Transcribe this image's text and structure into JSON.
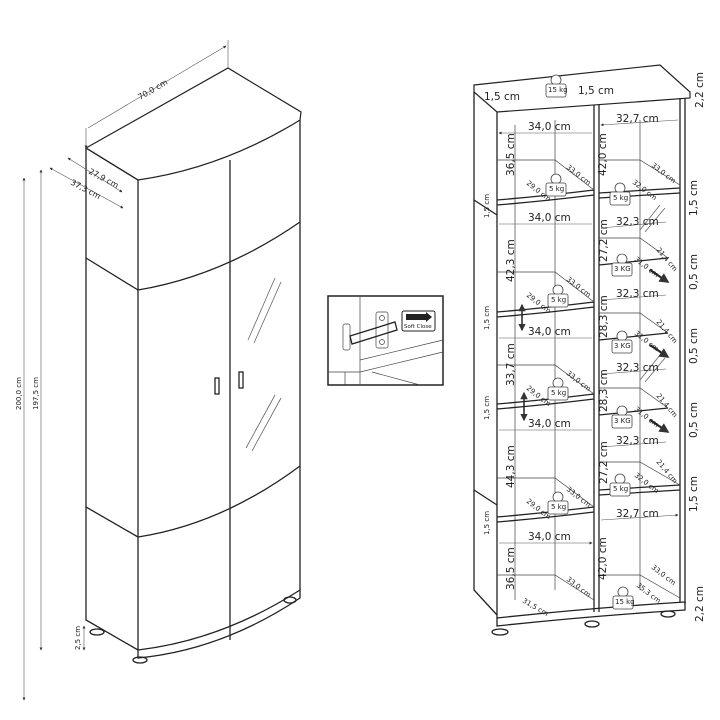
{
  "overview": {
    "width": "70,0 cm",
    "inner_depth": "27,9 cm",
    "depth": "37,3 cm",
    "height": "200,0 cm",
    "body_height": "197,5 cm",
    "plinth": "2,5 cm"
  },
  "hinge_inset": {
    "badge": "Soft Close"
  },
  "interior": {
    "labels": [
      "1,5 cm",
      "1,5 cm",
      "2,2 cm",
      "34,0 cm",
      "36,5 cm",
      "33,0 cm",
      "29,0 cm",
      "1,5 cm",
      "34,0 cm",
      "42,3 cm",
      "33,0 cm",
      "29,0 cm",
      "1,5 cm",
      "34,0 cm",
      "33,7 cm",
      "33,0 cm",
      "29,0 cm",
      "1,5 cm",
      "34,0 cm",
      "44,3 cm",
      "33,0 cm",
      "29,0 cm",
      "1,5 cm",
      "34,0 cm",
      "36,5 cm",
      "33,0 cm",
      "31,5 cm",
      "32,7 cm",
      "42,0 cm",
      "33,0 cm",
      "32,0 cm",
      "1,5 cm",
      "32,3 cm",
      "27,2 cm",
      "21,4 cm",
      "31,0 cm",
      "0,5 cm",
      "32,3 cm",
      "28,3 cm",
      "21,4 cm",
      "31,0 cm",
      "0,5 cm",
      "32,3 cm",
      "28,3 cm",
      "21,4 cm",
      "31,0 cm",
      "0,5 cm",
      "32,3 cm",
      "27,2 cm",
      "21,4 cm",
      "32,0 cm",
      "1,5 cm",
      "32,7 cm",
      "42,0 cm",
      "33,0 cm",
      "35,3 cm",
      "2,2 cm"
    ],
    "weights": [
      "15 kg",
      "5 kg",
      "5 kg",
      "3 KG",
      "5 kg",
      "3 KG",
      "5 kg",
      "3 KG",
      "5 kg",
      "5 kg",
      "15 kg"
    ]
  }
}
